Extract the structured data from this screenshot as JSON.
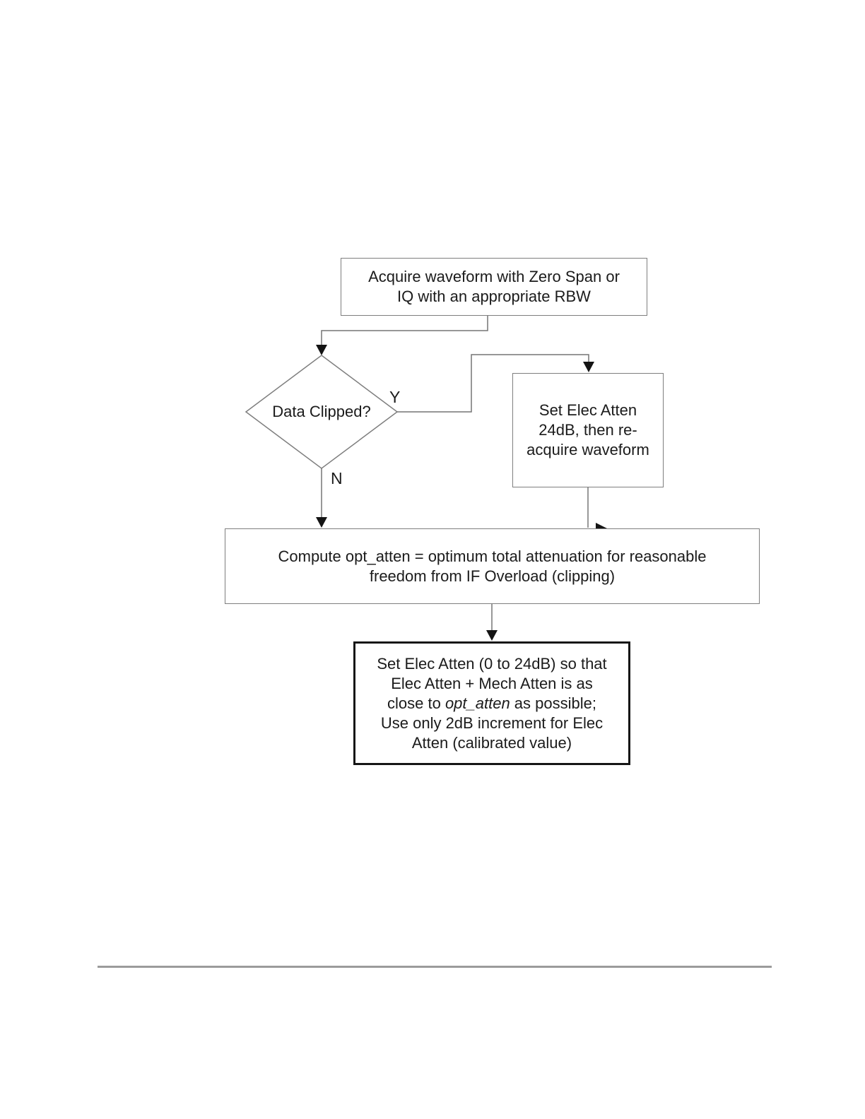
{
  "page": {
    "background": "#ffffff",
    "description": "Flowchart: electronic attenuation setting procedure"
  },
  "colors": {
    "box_border": "#7e7e7e",
    "final_box_border": "#161616",
    "connector_line": "#757575",
    "arrowhead": "#141414",
    "text": "#1b1b1b",
    "bottom_rule": "#9b9b9b"
  },
  "flowchart": {
    "acquire_box": {
      "line1": "Acquire waveform with Zero Span or",
      "line2": "IQ with an appropriate RBW"
    },
    "decision_diamond": {
      "label": "Data Clipped?",
      "yes_label": "Y",
      "no_label": "N"
    },
    "set_elec_atten_box": {
      "line1": "Set Elec Atten",
      "line2": "24dB, then re-",
      "line3": "acquire waveform"
    },
    "compute_box": {
      "line1": "Compute opt_atten = optimum total attenuation for reasonable",
      "line2": "freedom from IF Overload (clipping)"
    },
    "final_box": {
      "line1": "Set Elec Atten (0 to 24dB) so that",
      "line2": "Elec Atten + Mech Atten is as",
      "line3_prefix": "close to ",
      "line3_italic": "opt_atten",
      "line3_suffix": " as possible;",
      "line4": "Use only 2dB increment for Elec",
      "line5": "Atten (calibrated value)"
    }
  }
}
